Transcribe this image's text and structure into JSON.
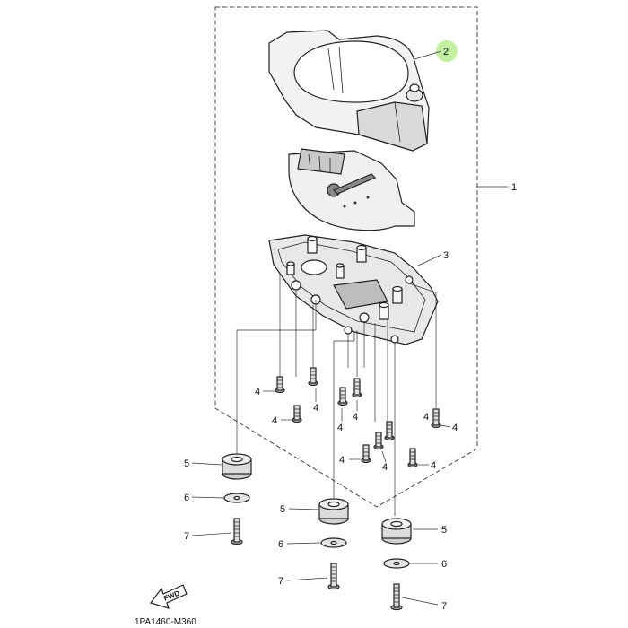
{
  "diagram": {
    "drawing_code": "1PA1460-M360",
    "fwd_label": "FWD",
    "highlight_color": "#b7ec8f",
    "callouts": [
      {
        "id": "c2",
        "label": "2"
      },
      {
        "id": "c1",
        "label": "1"
      },
      {
        "id": "c3",
        "label": "3"
      },
      {
        "id": "c4a",
        "label": "4"
      },
      {
        "id": "c4b",
        "label": "4"
      },
      {
        "id": "c4c",
        "label": "4"
      },
      {
        "id": "c4d",
        "label": "4"
      },
      {
        "id": "c4e",
        "label": "4"
      },
      {
        "id": "c4f",
        "label": "4"
      },
      {
        "id": "c4g",
        "label": "4"
      },
      {
        "id": "c4h",
        "label": "4"
      },
      {
        "id": "c4i",
        "label": "4"
      },
      {
        "id": "c4j",
        "label": "4"
      },
      {
        "id": "c5a",
        "label": "5"
      },
      {
        "id": "c6a",
        "label": "6"
      },
      {
        "id": "c7a",
        "label": "7"
      },
      {
        "id": "c5b",
        "label": "5"
      },
      {
        "id": "c6b",
        "label": "6"
      },
      {
        "id": "c7b",
        "label": "7"
      },
      {
        "id": "c5c",
        "label": "5"
      },
      {
        "id": "c6c",
        "label": "6"
      },
      {
        "id": "c7c",
        "label": "7"
      }
    ]
  }
}
